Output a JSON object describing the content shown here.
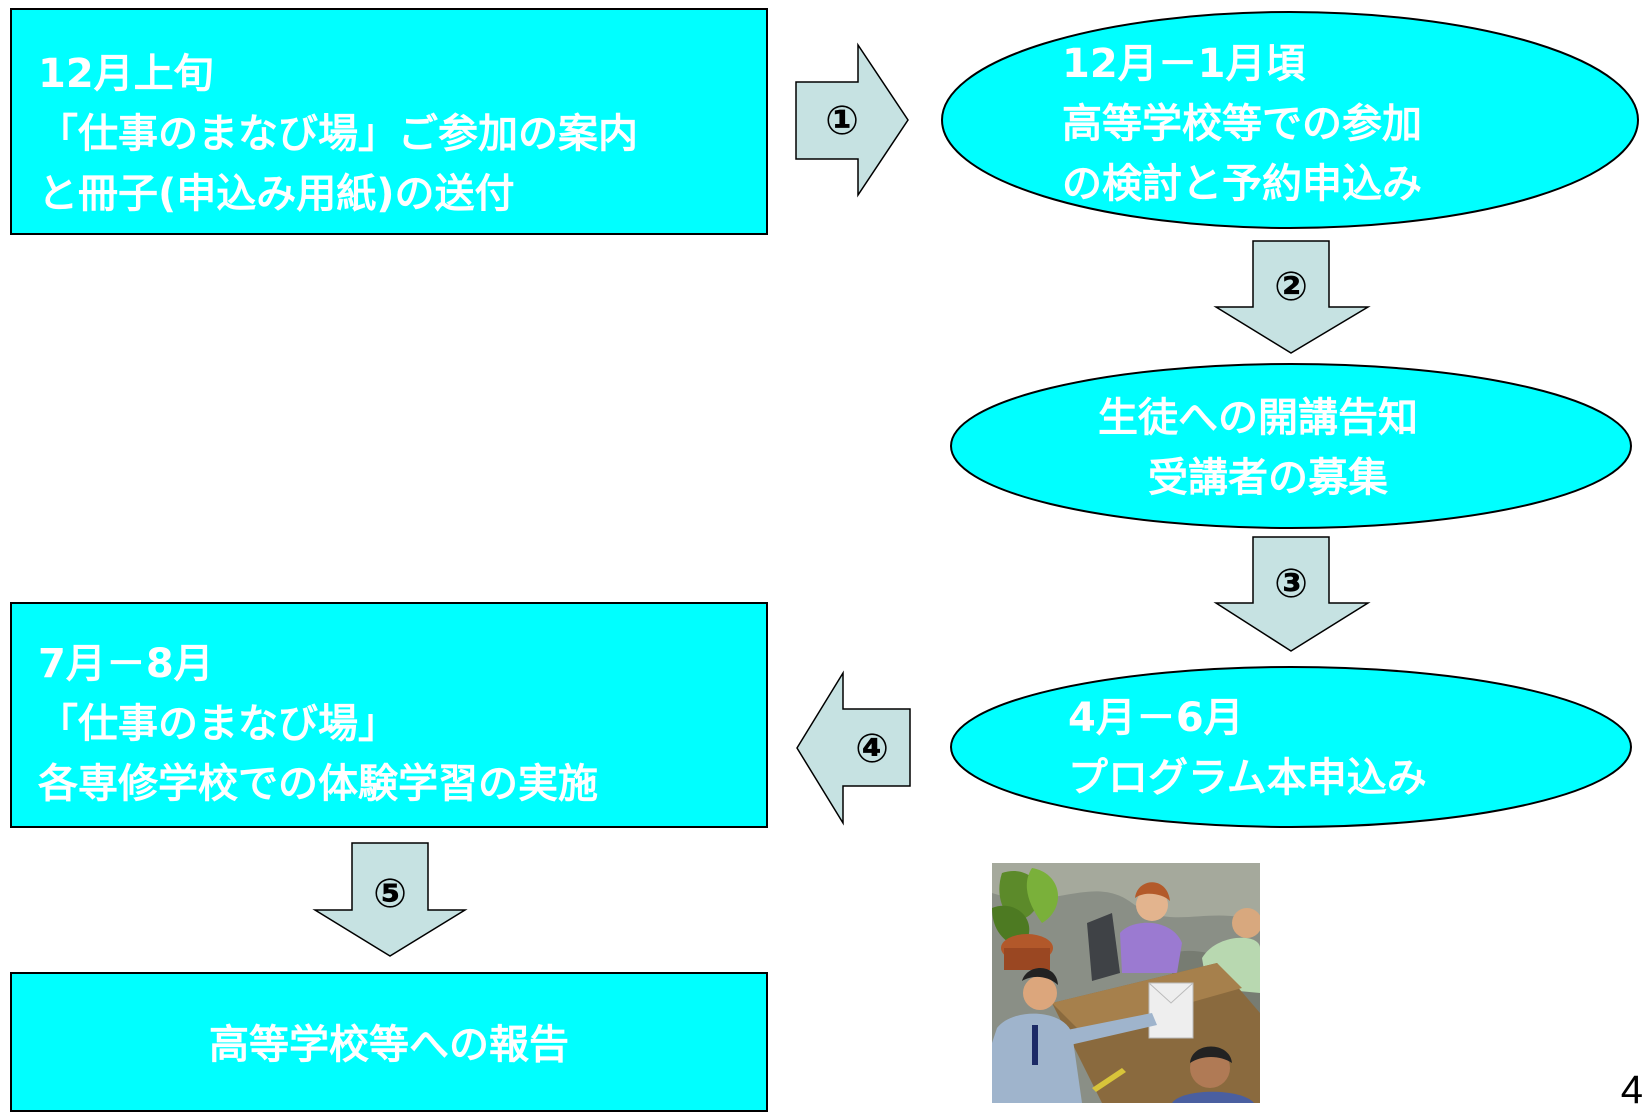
{
  "steps": {
    "s1": {
      "lines": [
        "12月上旬",
        "「仕事のまなび場」ご参加の案内",
        "と冊子(申込み用紙)の送付"
      ]
    },
    "s2": {
      "lines": [
        "12月－1月頃",
        "高等学校等での参加",
        "の検討と予約申込み"
      ]
    },
    "s3": {
      "lines": [
        "生徒への開講告知",
        "受講者の募集"
      ]
    },
    "s4": {
      "lines": [
        "4月－6月",
        "プログラム本申込み"
      ]
    },
    "s5": {
      "lines": [
        "7月－8月",
        "「仕事のまなび場」",
        "各専修学校での体験学習の実施"
      ]
    },
    "s6": {
      "lines": [
        "高等学校等への報告"
      ]
    }
  },
  "arrows": [
    "①",
    "②",
    "③",
    "④",
    "⑤"
  ],
  "page_number": "4",
  "colors": {
    "fill": "#00ffff",
    "arrow": "#c6e2e2",
    "border": "#000000",
    "text": "#ffffff"
  }
}
